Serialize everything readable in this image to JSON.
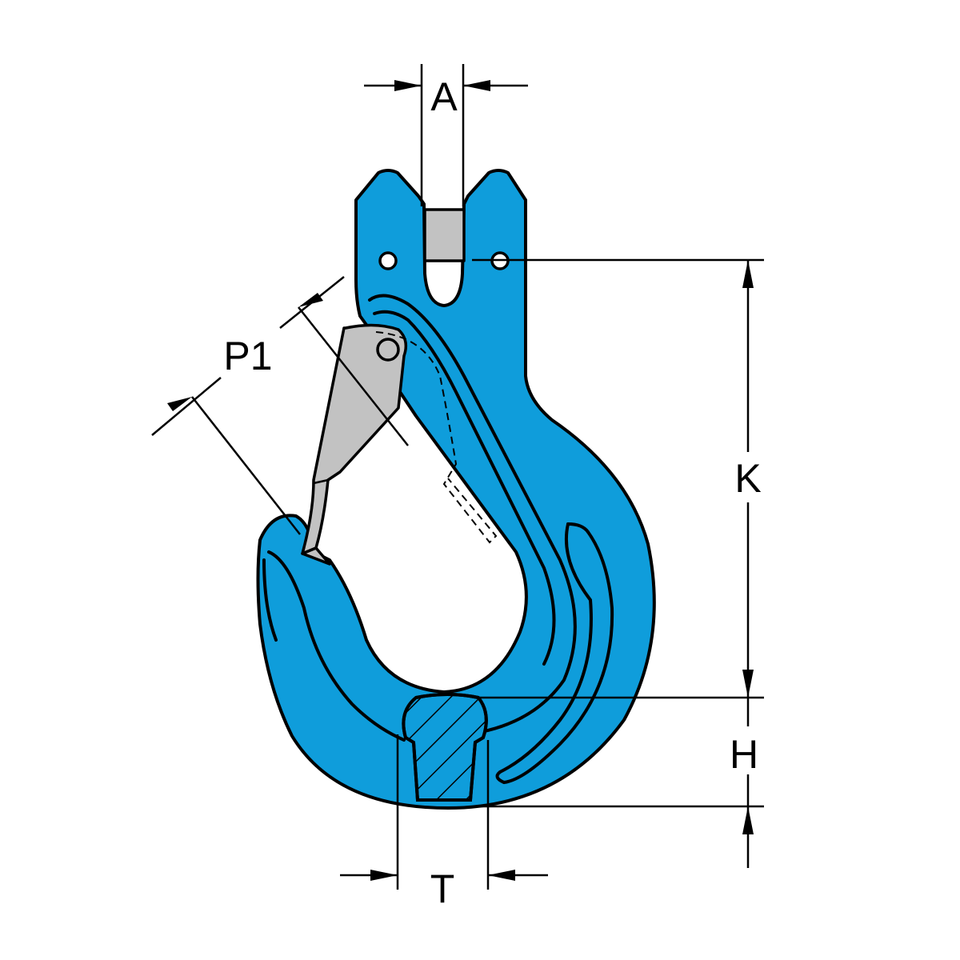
{
  "diagram": {
    "labels": {
      "A": "A",
      "P1": "P1",
      "K": "K",
      "H": "H",
      "T": "T"
    },
    "colors": {
      "hook_body": "#0f9ddb",
      "latch": "#c2c2c2",
      "pin": "#c2c2c2",
      "outline": "#000000"
    }
  }
}
